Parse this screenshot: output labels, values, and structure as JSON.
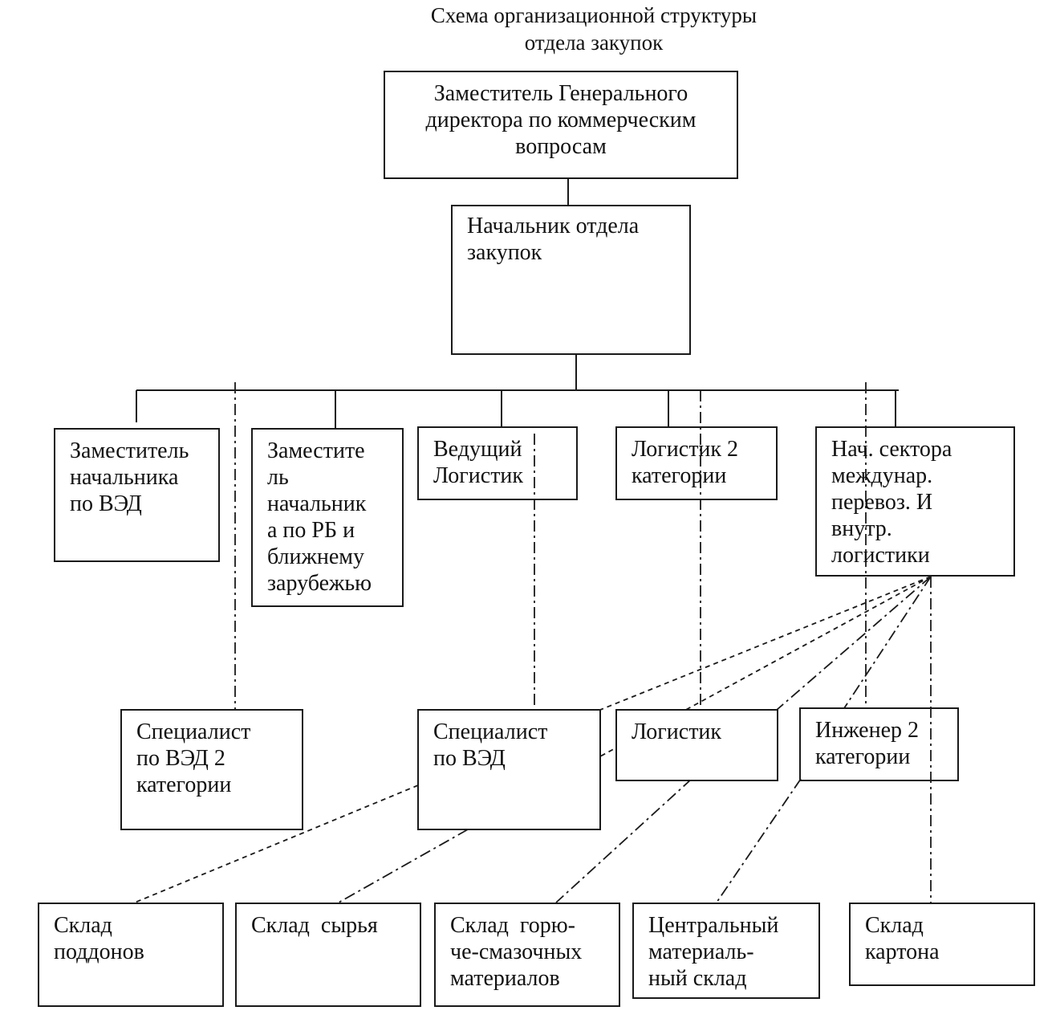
{
  "title": {
    "line1": "Схема организационной структуры",
    "line2": "отдела закупок"
  },
  "boxes": {
    "deputy_gd": [
      "Заместитель Генерального",
      "директора по коммерческим",
      "вопросам"
    ],
    "head": [
      "Начальник отдела",
      "закупок"
    ],
    "deputy_ved": [
      "Заместитель",
      "начальника",
      "по ВЭД"
    ],
    "deputy_rb": [
      "Заместите",
      "ль",
      "начальник",
      "а по РБ и",
      "ближнему",
      "зарубежью"
    ],
    "lead_logist": [
      "Ведущий",
      "Логистик"
    ],
    "logist2": [
      "Логистик 2",
      "категории"
    ],
    "sector_head": [
      "Нач. сектора",
      "междунар.",
      "перевоз. И",
      "внутр.",
      "логистики"
    ],
    "ved_spec2": [
      "Специалист",
      "по ВЭД 2",
      "категории"
    ],
    "ved_spec": [
      "Специалист",
      "по ВЭД"
    ],
    "logist": [
      "Логистик"
    ],
    "engineer2": [
      "Инженер 2",
      "категории"
    ],
    "wh_pallets": [
      "Склад",
      "поддонов"
    ],
    "wh_raw": [
      "Склад  сырья"
    ],
    "wh_fuel": [
      "Склад  горю-",
      "че-смазочных",
      "материалов"
    ],
    "wh_central": [
      "Центральный",
      "материаль-",
      "ный склад"
    ],
    "wh_carton": [
      "Склад",
      "картона"
    ]
  }
}
